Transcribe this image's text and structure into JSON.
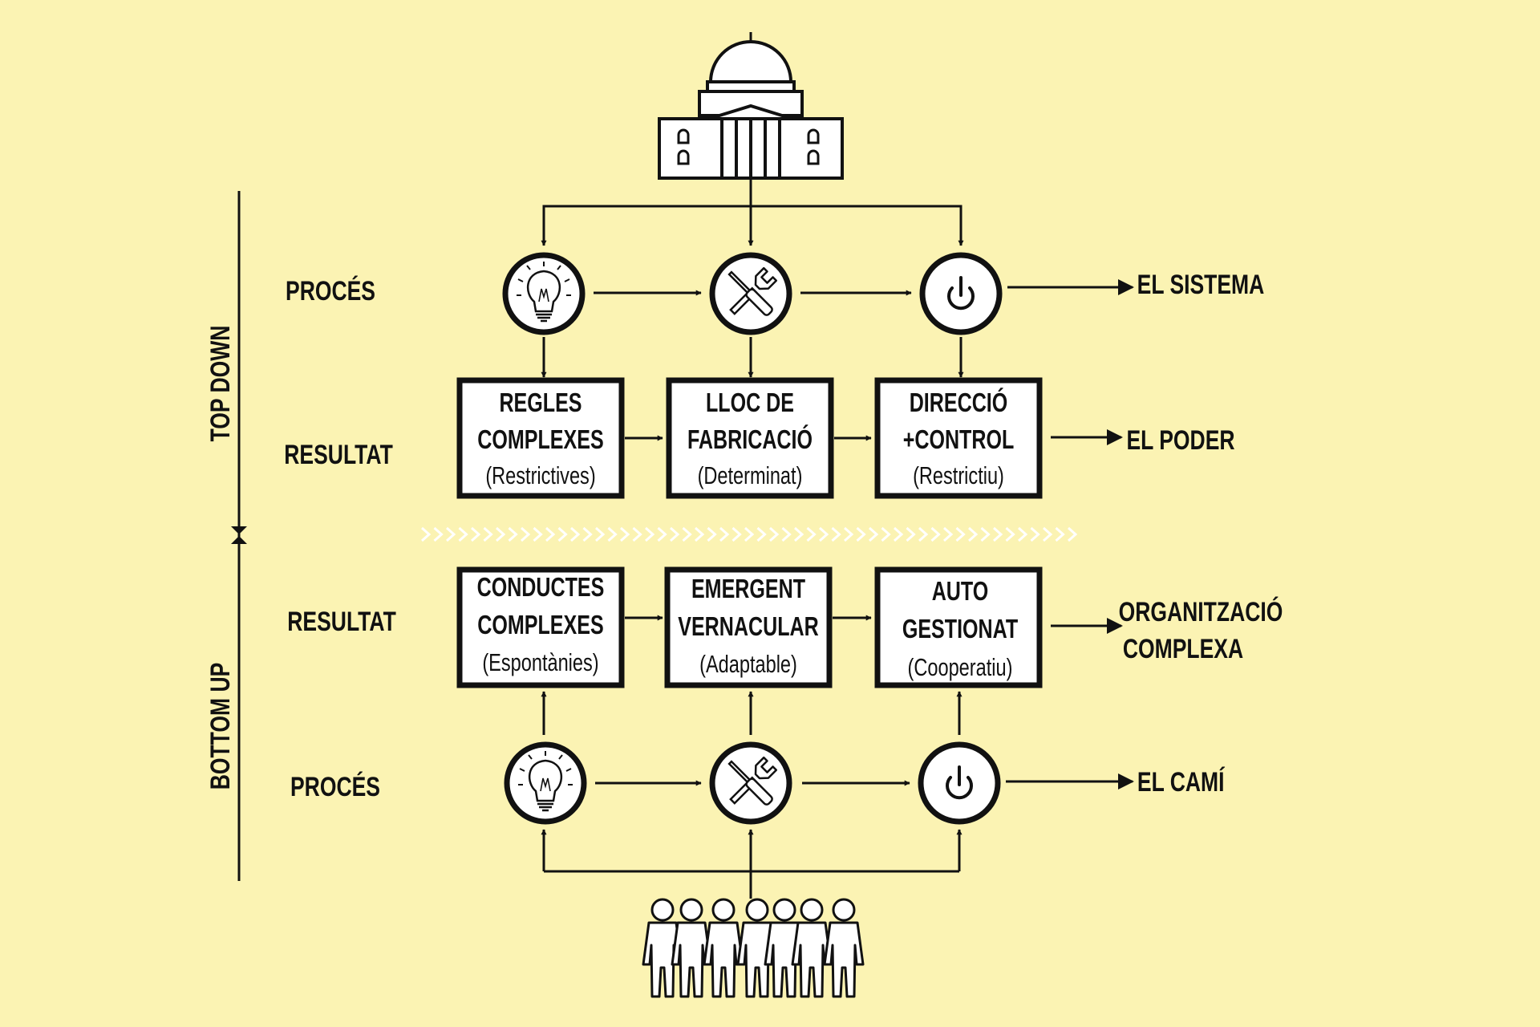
{
  "colors": {
    "background": "#fbf3b3",
    "ink": "#111111",
    "separator": "#ffffff"
  },
  "axis": {
    "top_down": "TOP DOWN",
    "bottom_up": "BOTTOM UP"
  },
  "top": {
    "icon": "government-building-icon",
    "process_label": "PROCÉS",
    "result_label": "RESULTAT",
    "process_icons": [
      "lightbulb-icon",
      "tools-icon",
      "power-icon"
    ],
    "process_outcome": "EL SISTEMA",
    "boxes": [
      {
        "line1": "REGLES",
        "line2": "COMPLEXES",
        "sub": "(Restrictives)"
      },
      {
        "line1": "LLOC DE",
        "line2": "FABRICACIÓ",
        "sub": "(Determinat)"
      },
      {
        "line1": "DIRECCIÓ",
        "line2": "+CONTROL",
        "sub": "(Restrictiu)"
      }
    ],
    "result_outcome": "EL PODER"
  },
  "bottom": {
    "icon": "people-group-icon",
    "result_label": "RESULTAT",
    "process_label": "PROCÉS",
    "process_icons": [
      "lightbulb-icon",
      "tools-icon",
      "power-icon"
    ],
    "boxes": [
      {
        "line1": "CONDUCTES",
        "line2": "COMPLEXES",
        "sub": "(Espontànies)"
      },
      {
        "line1": "EMERGENT",
        "line2": "VERNACULAR",
        "sub": "(Adaptable)"
      },
      {
        "line1": "AUTO",
        "line2": "GESTIONAT",
        "sub": "(Cooperatiu)"
      }
    ],
    "result_outcome_line1": "ORGANITZACIÓ",
    "result_outcome_line2": "COMPLEXA",
    "process_outcome": "EL CAMÍ"
  }
}
